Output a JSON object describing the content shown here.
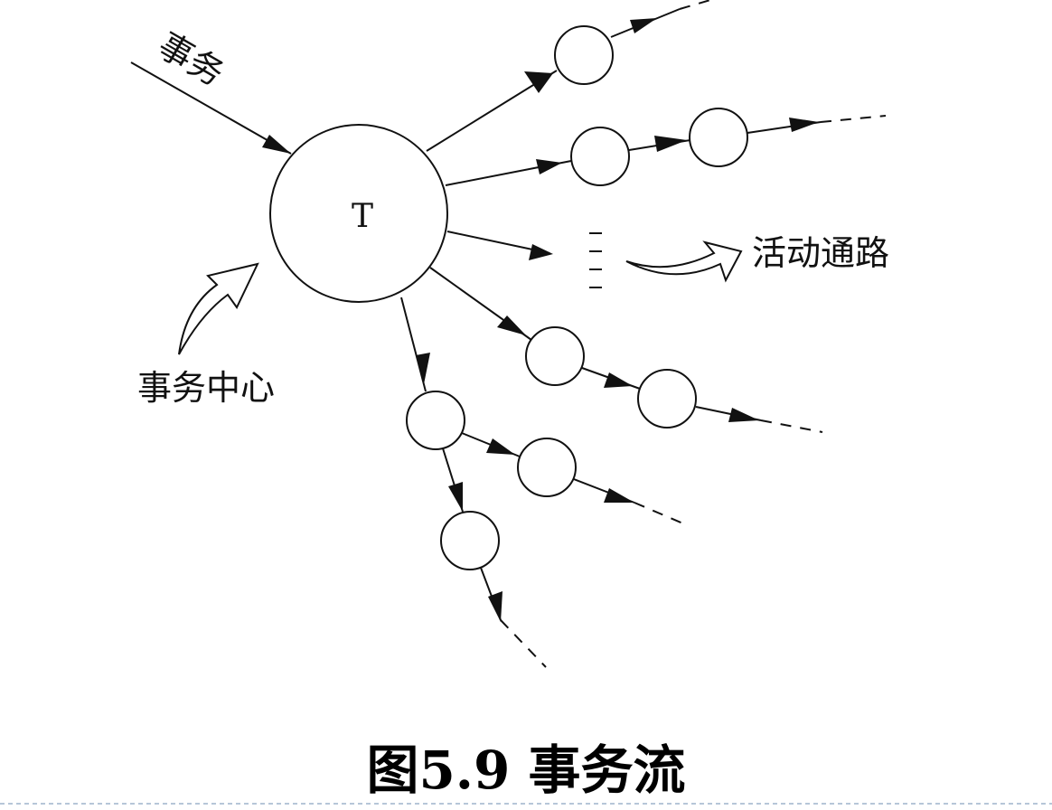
{
  "labels": {
    "transaction_in": "事务",
    "transaction_center": "事务中心",
    "activity_path": "活动通路",
    "center_node": "T",
    "caption": "图5.9 事务流"
  }
}
